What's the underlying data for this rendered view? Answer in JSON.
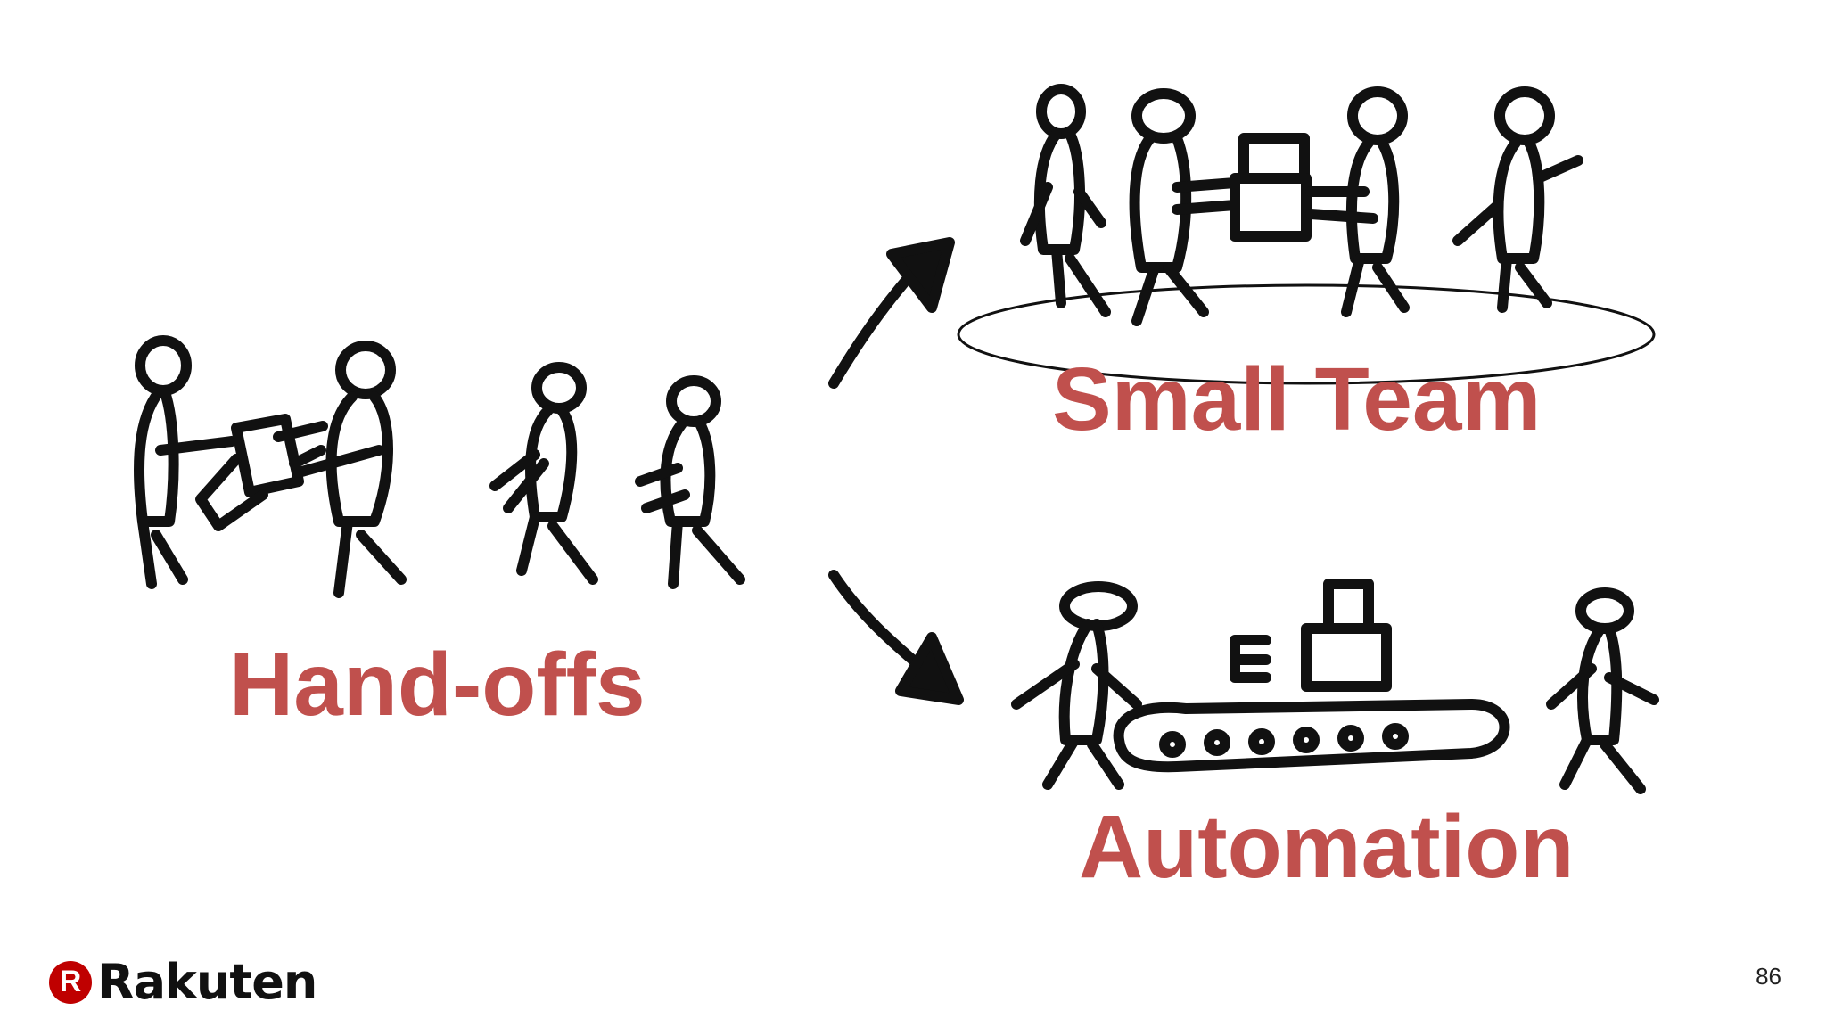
{
  "labels": {
    "handoffs": "Hand-offs",
    "small_team": "Small Team",
    "automation": "Automation"
  },
  "logo": {
    "mark": "R",
    "text": "Rakuten"
  },
  "page_number": "86",
  "colors": {
    "label": "#c0504d",
    "ink": "#111111",
    "logo_mark": "#bf0000",
    "background": "#ffffff"
  }
}
